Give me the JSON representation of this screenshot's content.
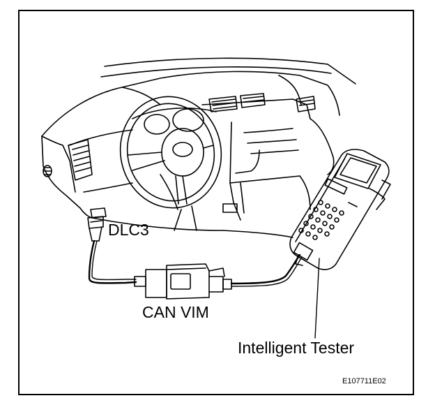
{
  "labels": {
    "dlc3": "DLC3",
    "can_vim": "CAN VIM",
    "intelligent_tester": "Intelligent Tester",
    "figure_code": "E107711E02"
  }
}
